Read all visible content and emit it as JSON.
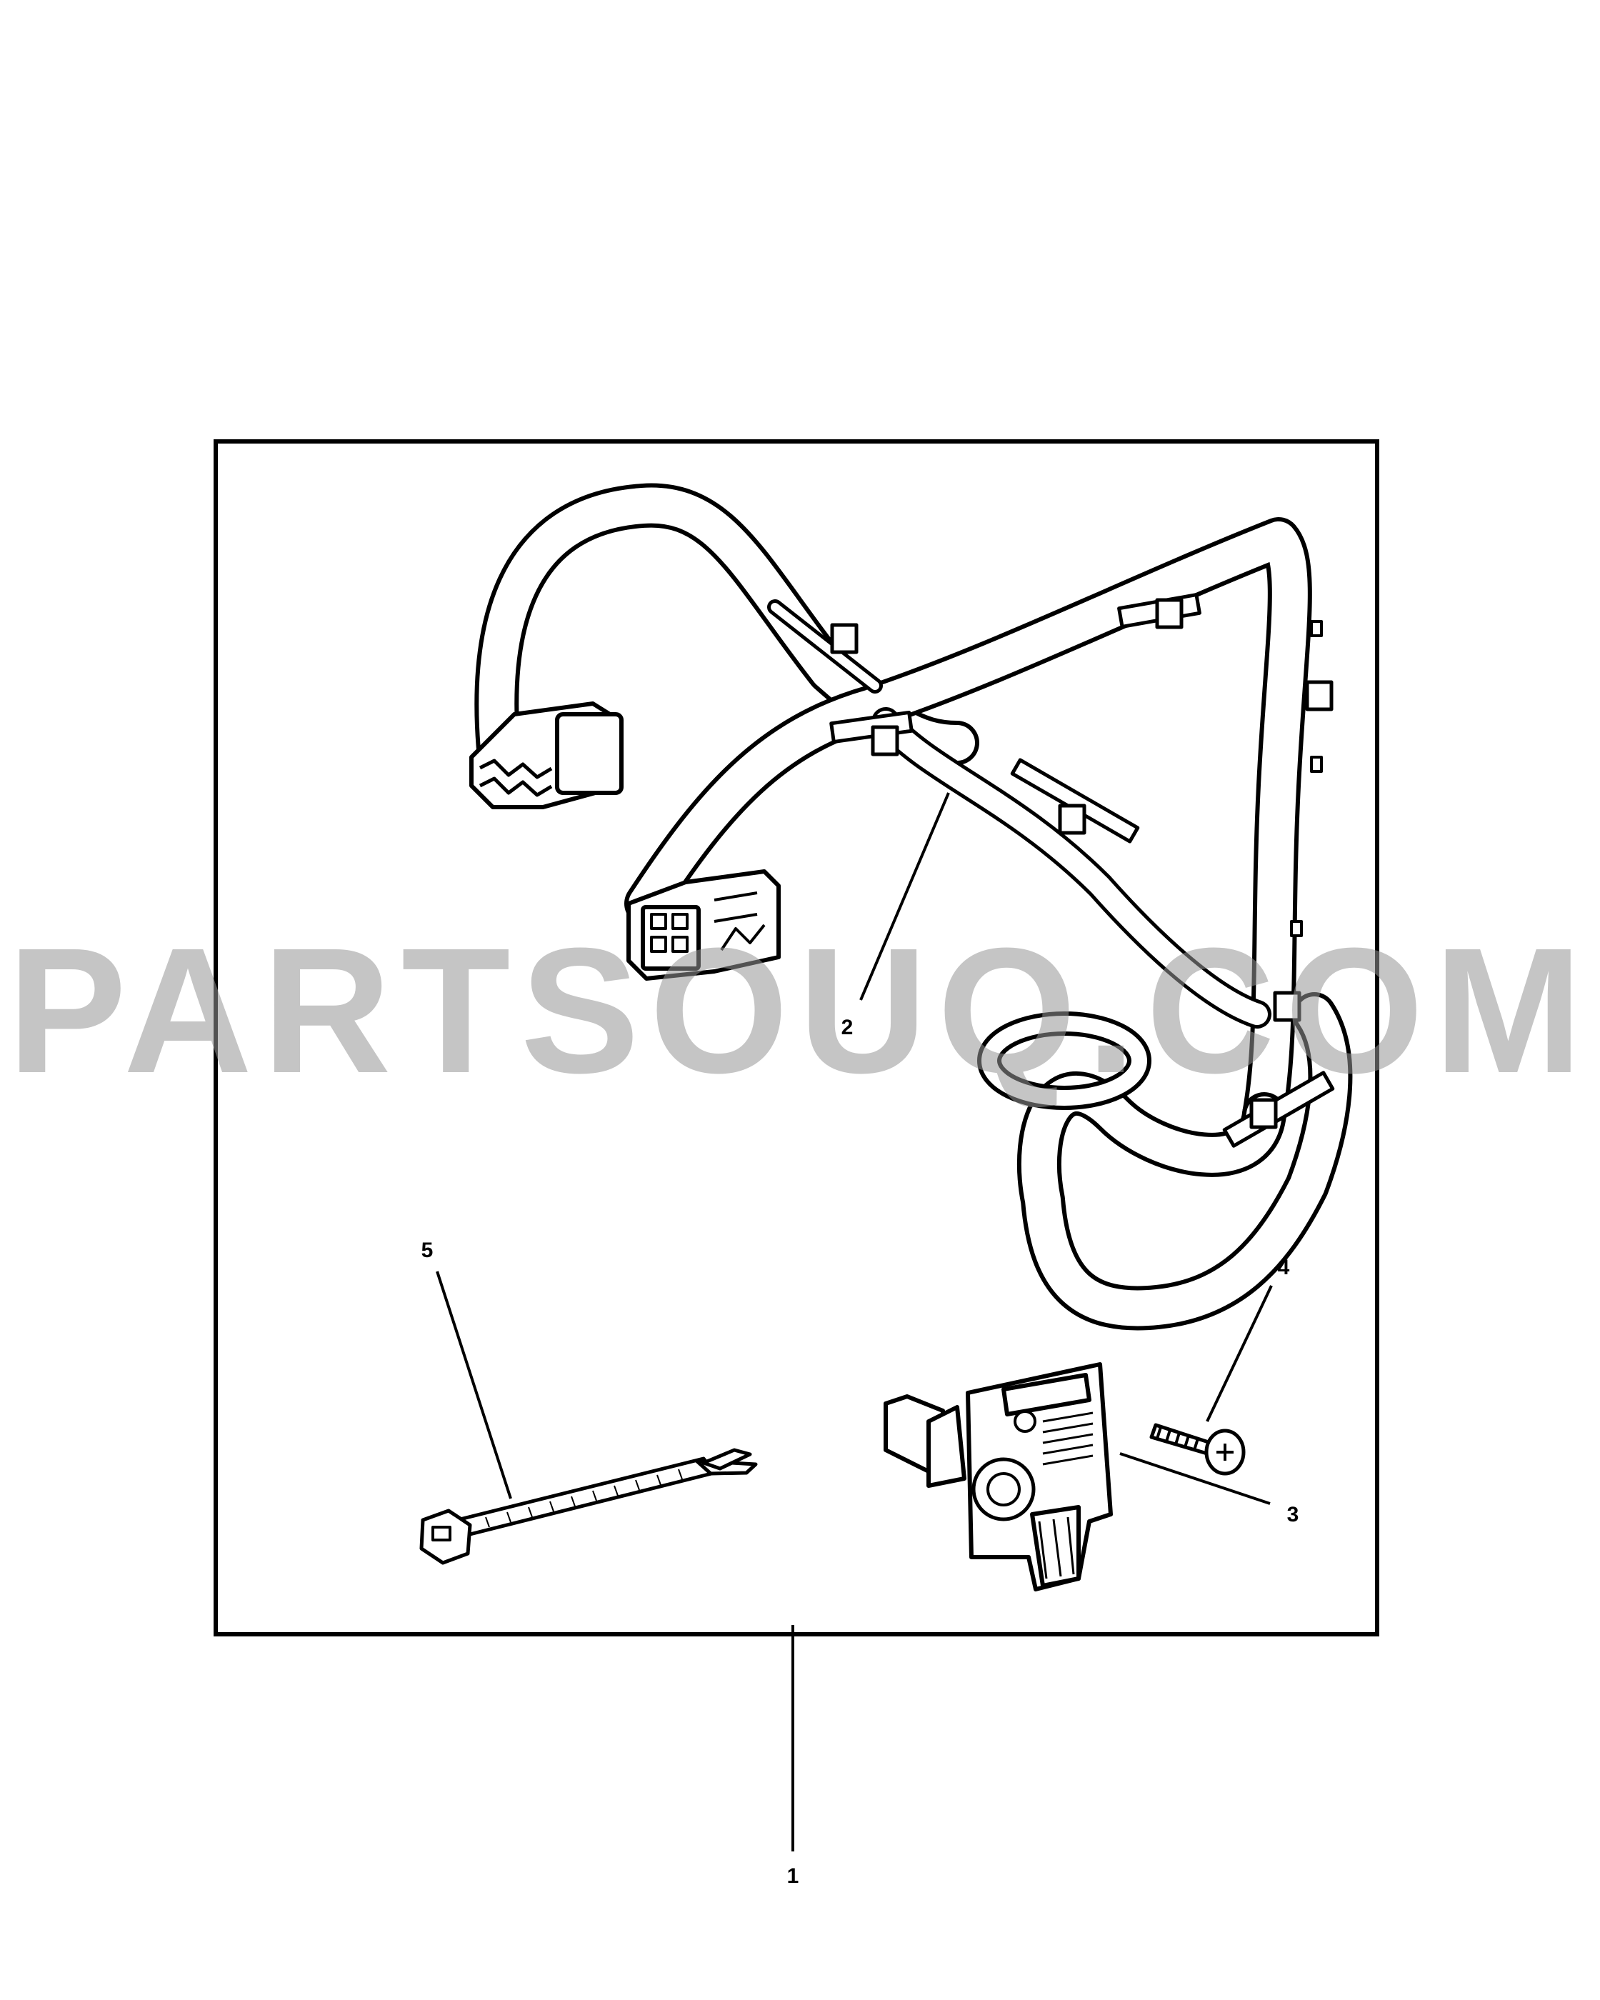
{
  "callouts": {
    "kit": "1",
    "harness": "2",
    "connector": "3",
    "screw": "4",
    "cable_tie": "5"
  },
  "watermark": "PARTSOUQ.COM",
  "colors": {
    "line": "#000000",
    "background": "#ffffff",
    "watermark": "#969696"
  }
}
